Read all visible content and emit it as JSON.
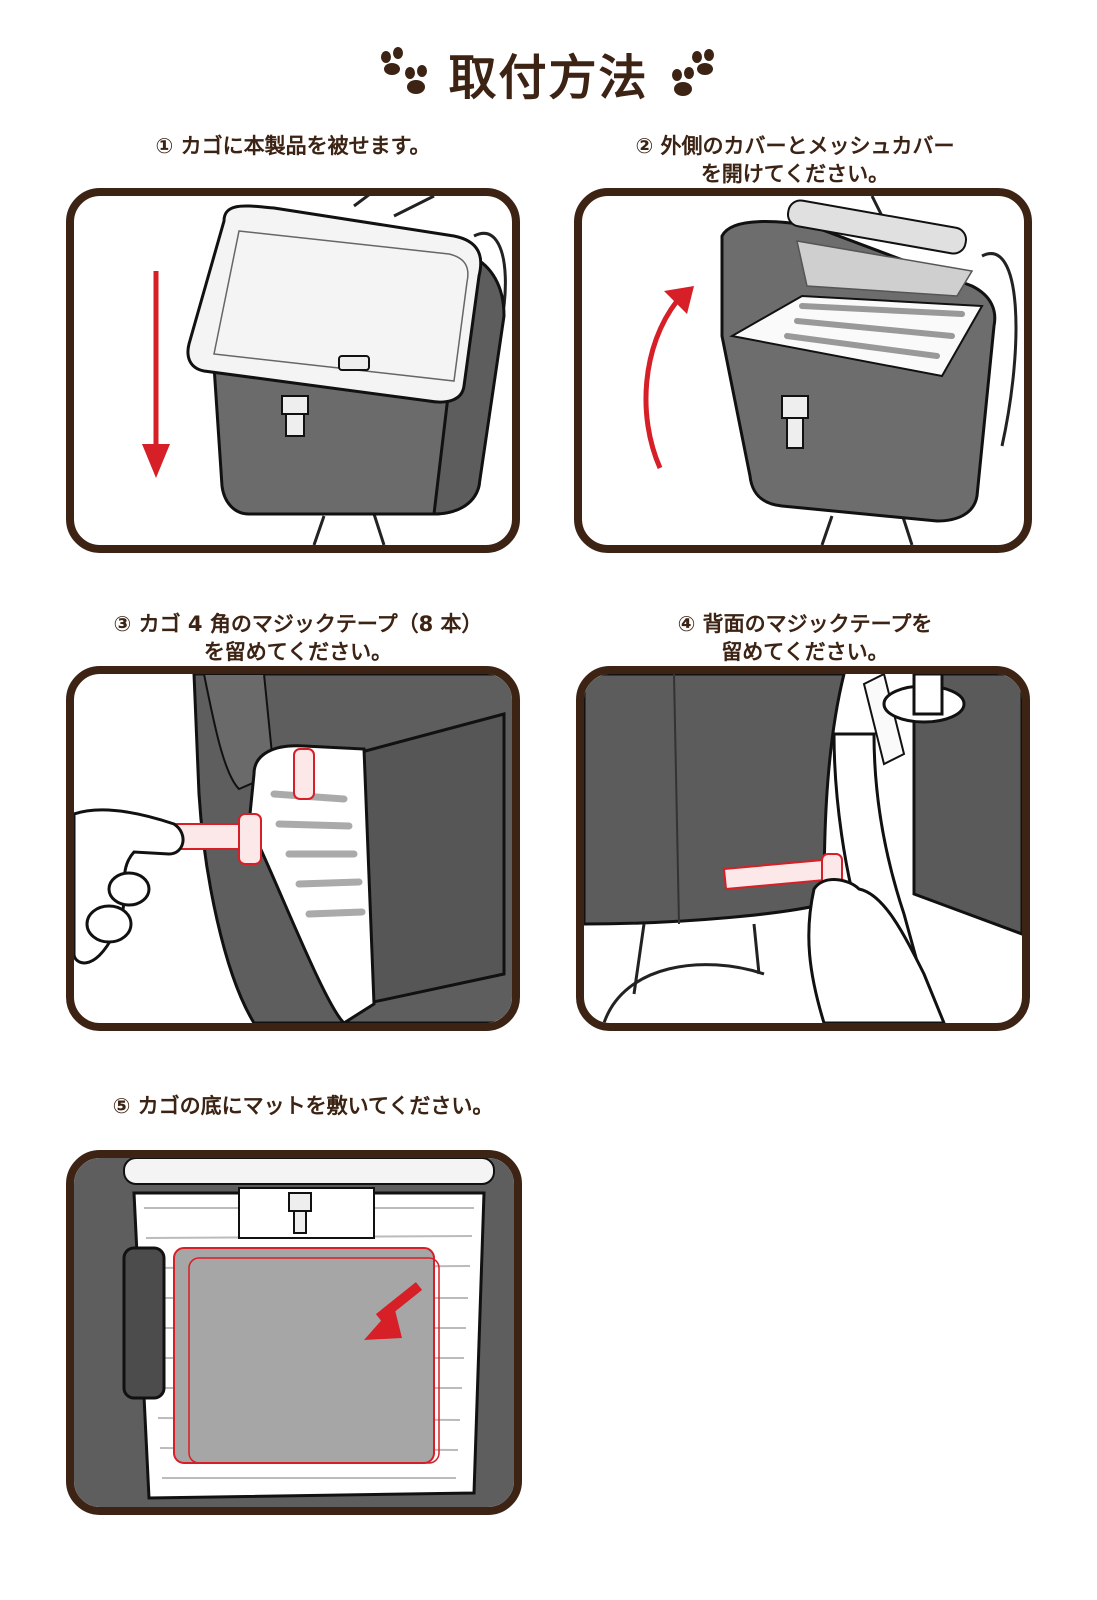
{
  "page": {
    "title": "取付方法",
    "accent_color": "#d61f26",
    "frame_color": "#3c2314"
  },
  "steps": [
    {
      "label_lines": [
        "① カゴに本製品を被せます。"
      ]
    },
    {
      "label_lines": [
        "② 外側のカバーとメッシュカバー",
        "を開けてください。"
      ]
    },
    {
      "label_lines": [
        "③ カゴ 4 角のマジックテープ（8 本）",
        "を留めてください。"
      ]
    },
    {
      "label_lines": [
        "④ 背面のマジックテープを",
        "留めてください。"
      ]
    },
    {
      "label_lines": [
        "⑤ カゴの底にマットを敷いてください。"
      ]
    }
  ]
}
